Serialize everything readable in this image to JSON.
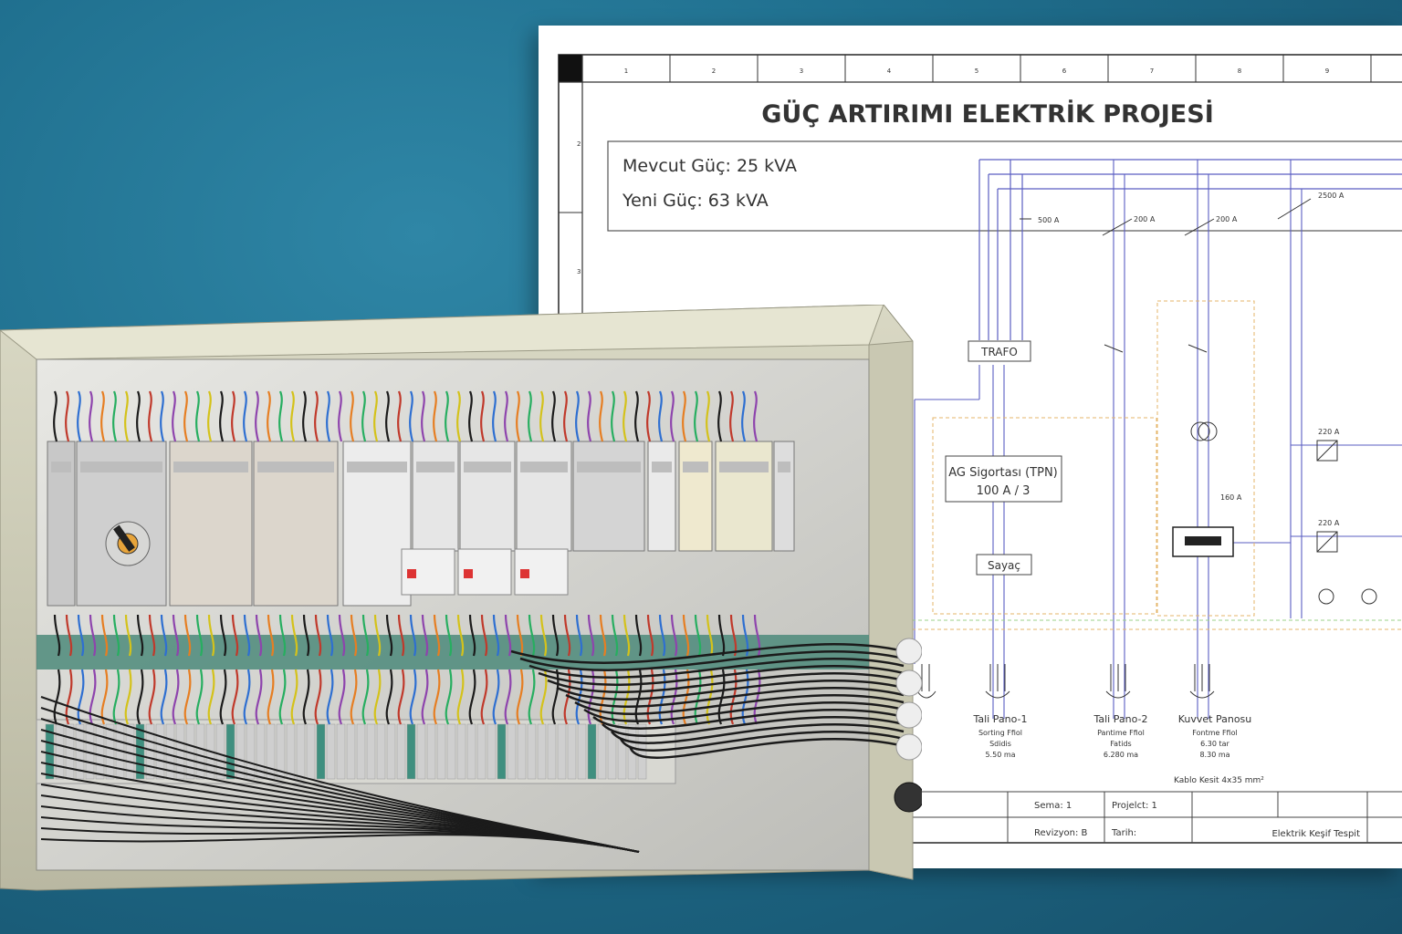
{
  "sheet": {
    "title": "GÜÇ ARTIRIMI ELEKTRİK PROJESİ",
    "existing_power": "Mevcut Güç: 25 kVA",
    "new_power": "Yeni Güç: 63 kVA",
    "column_numbers": [
      "1",
      "2",
      "3",
      "4",
      "5",
      "6",
      "7",
      "8",
      "9"
    ],
    "row_markers": [
      "2",
      "3"
    ],
    "labels": {
      "trafo": "TRAFO",
      "fuse_line1": "AG Sigortası (TPN)",
      "fuse_line2": "100 A / 3",
      "meter": "Sayaç",
      "current_500": "500 A",
      "current_200a": "200 A",
      "current_200b": "200 A",
      "current_2500": "2500 A",
      "current_160": "160 A",
      "current_220a": "220 A",
      "current_220b": "220 A",
      "cable_section": "Kablo Kesit 4x35 mm²"
    },
    "feeders": [
      {
        "name": "Tali Pano-1",
        "line2": "Sorting Ffiol",
        "line3": "Sdidis",
        "line4": "5.50 ma"
      },
      {
        "name": "Tali Pano-2",
        "line2": "Pantime Ffiol",
        "line3": "Fatids",
        "line4": "6.280 ma"
      },
      {
        "name": "Kuvvet Panosu",
        "line2": "Fontme Ffiol",
        "line3": "6.30 tar",
        "line4": "8.30 ma"
      }
    ],
    "title_block": {
      "sema": "Sema: 1",
      "project": "Projelct: 1",
      "revision": "Revizyon: B",
      "date": "Tarih:",
      "company": "Elektrik Keşif Tespit"
    }
  }
}
